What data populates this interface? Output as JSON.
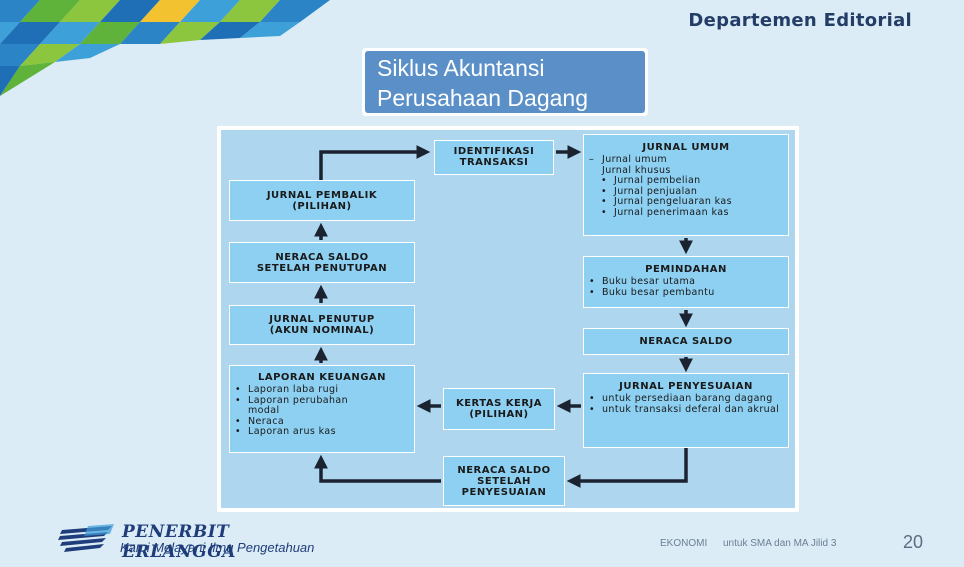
{
  "header": {
    "department": "Departemen Editorial"
  },
  "title": {
    "text": "Siklus Akuntansi\nPerusahaan Dagang"
  },
  "diagram": {
    "identifikasi": {
      "title": "IDENTIFIKASI\nTRANSAKSI"
    },
    "jurnal_umum": {
      "title": "JURNAL UMUM",
      "items": [
        "Jurnal umum",
        "Jurnal khusus"
      ],
      "subitems": [
        "Jurnal pembelian",
        "Jurnal penjualan",
        "Jurnal pengeluaran kas",
        "Jurnal penerimaan kas"
      ]
    },
    "pemindahan": {
      "title": "PEMINDAHAN",
      "items": [
        "Buku besar utama",
        "Buku besar pembantu"
      ]
    },
    "neraca_saldo": {
      "title": "NERACA SALDO"
    },
    "jurnal_penyesuaian": {
      "title": "JURNAL PENYESUAIAN",
      "items": [
        "untuk persediaan barang dagang",
        "untuk transaksi deferal dan akrual"
      ]
    },
    "neraca_saldo_penyesuaian": {
      "title": "NERACA SALDO\nSETELAH\nPENYESUAIAN"
    },
    "kertas_kerja": {
      "title": "KERTAS KERJA\n(PILIHAN)"
    },
    "laporan_keuangan": {
      "title": "LAPORAN KEUANGAN",
      "items": [
        "Laporan laba rugi",
        "Laporan perubahan modal",
        "Neraca",
        "Laporan arus kas"
      ]
    },
    "jurnal_penutup": {
      "title": "JURNAL PENUTUP\n(AKUN NOMINAL)"
    },
    "neraca_saldo_penutupan": {
      "title": "NERACA SALDO\nSETELAH PENUTUPAN"
    },
    "jurnal_pembalik": {
      "title": "JURNAL PEMBALIK\n(PILIHAN)"
    }
  },
  "footer": {
    "publisher": "PENERBIT ERLANGGA",
    "tagline": "Kami Melayani Ilmu Pengetahuan",
    "subject": "EKONOMI",
    "book": "untuk SMA dan MA Jilid 3",
    "page": "20"
  },
  "colors": {
    "node_fill": "#8dd0f2",
    "diagram_bg": "#aed7ef",
    "title_fill": "#5a8fc8",
    "brand": "#1f3d7a"
  }
}
